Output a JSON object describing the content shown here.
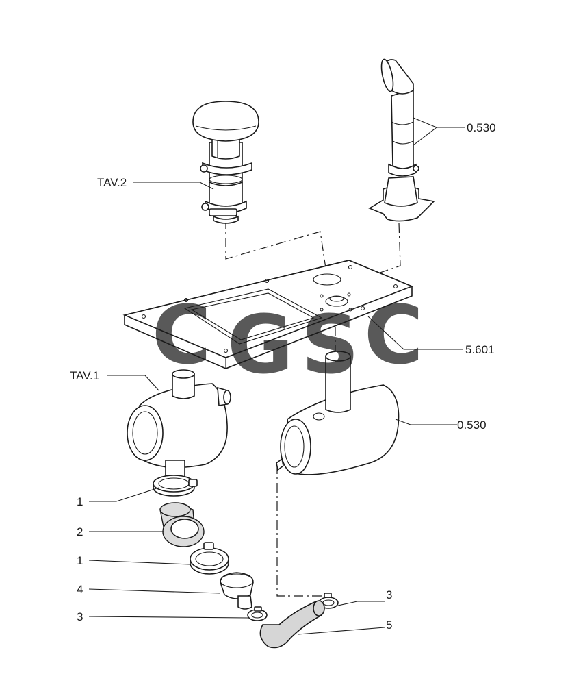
{
  "labels": {
    "tav2": "TAV.2",
    "exhaust_upper": "0.530",
    "plate": "5.601",
    "tav1": "TAV.1",
    "muffler": "0.530",
    "clamp_top": "1",
    "sleeve": "2",
    "clamp_lower": "1",
    "filter_cup": "4",
    "small_clamp_left": "3",
    "small_clamp_right": "3",
    "hose": "5"
  },
  "watermark": {
    "letters": [
      "C",
      "G",
      "S",
      "C"
    ],
    "colors": [
      "#4f8ef7",
      "#ef6b6b",
      "#f7d04f",
      "#4cae86"
    ]
  }
}
